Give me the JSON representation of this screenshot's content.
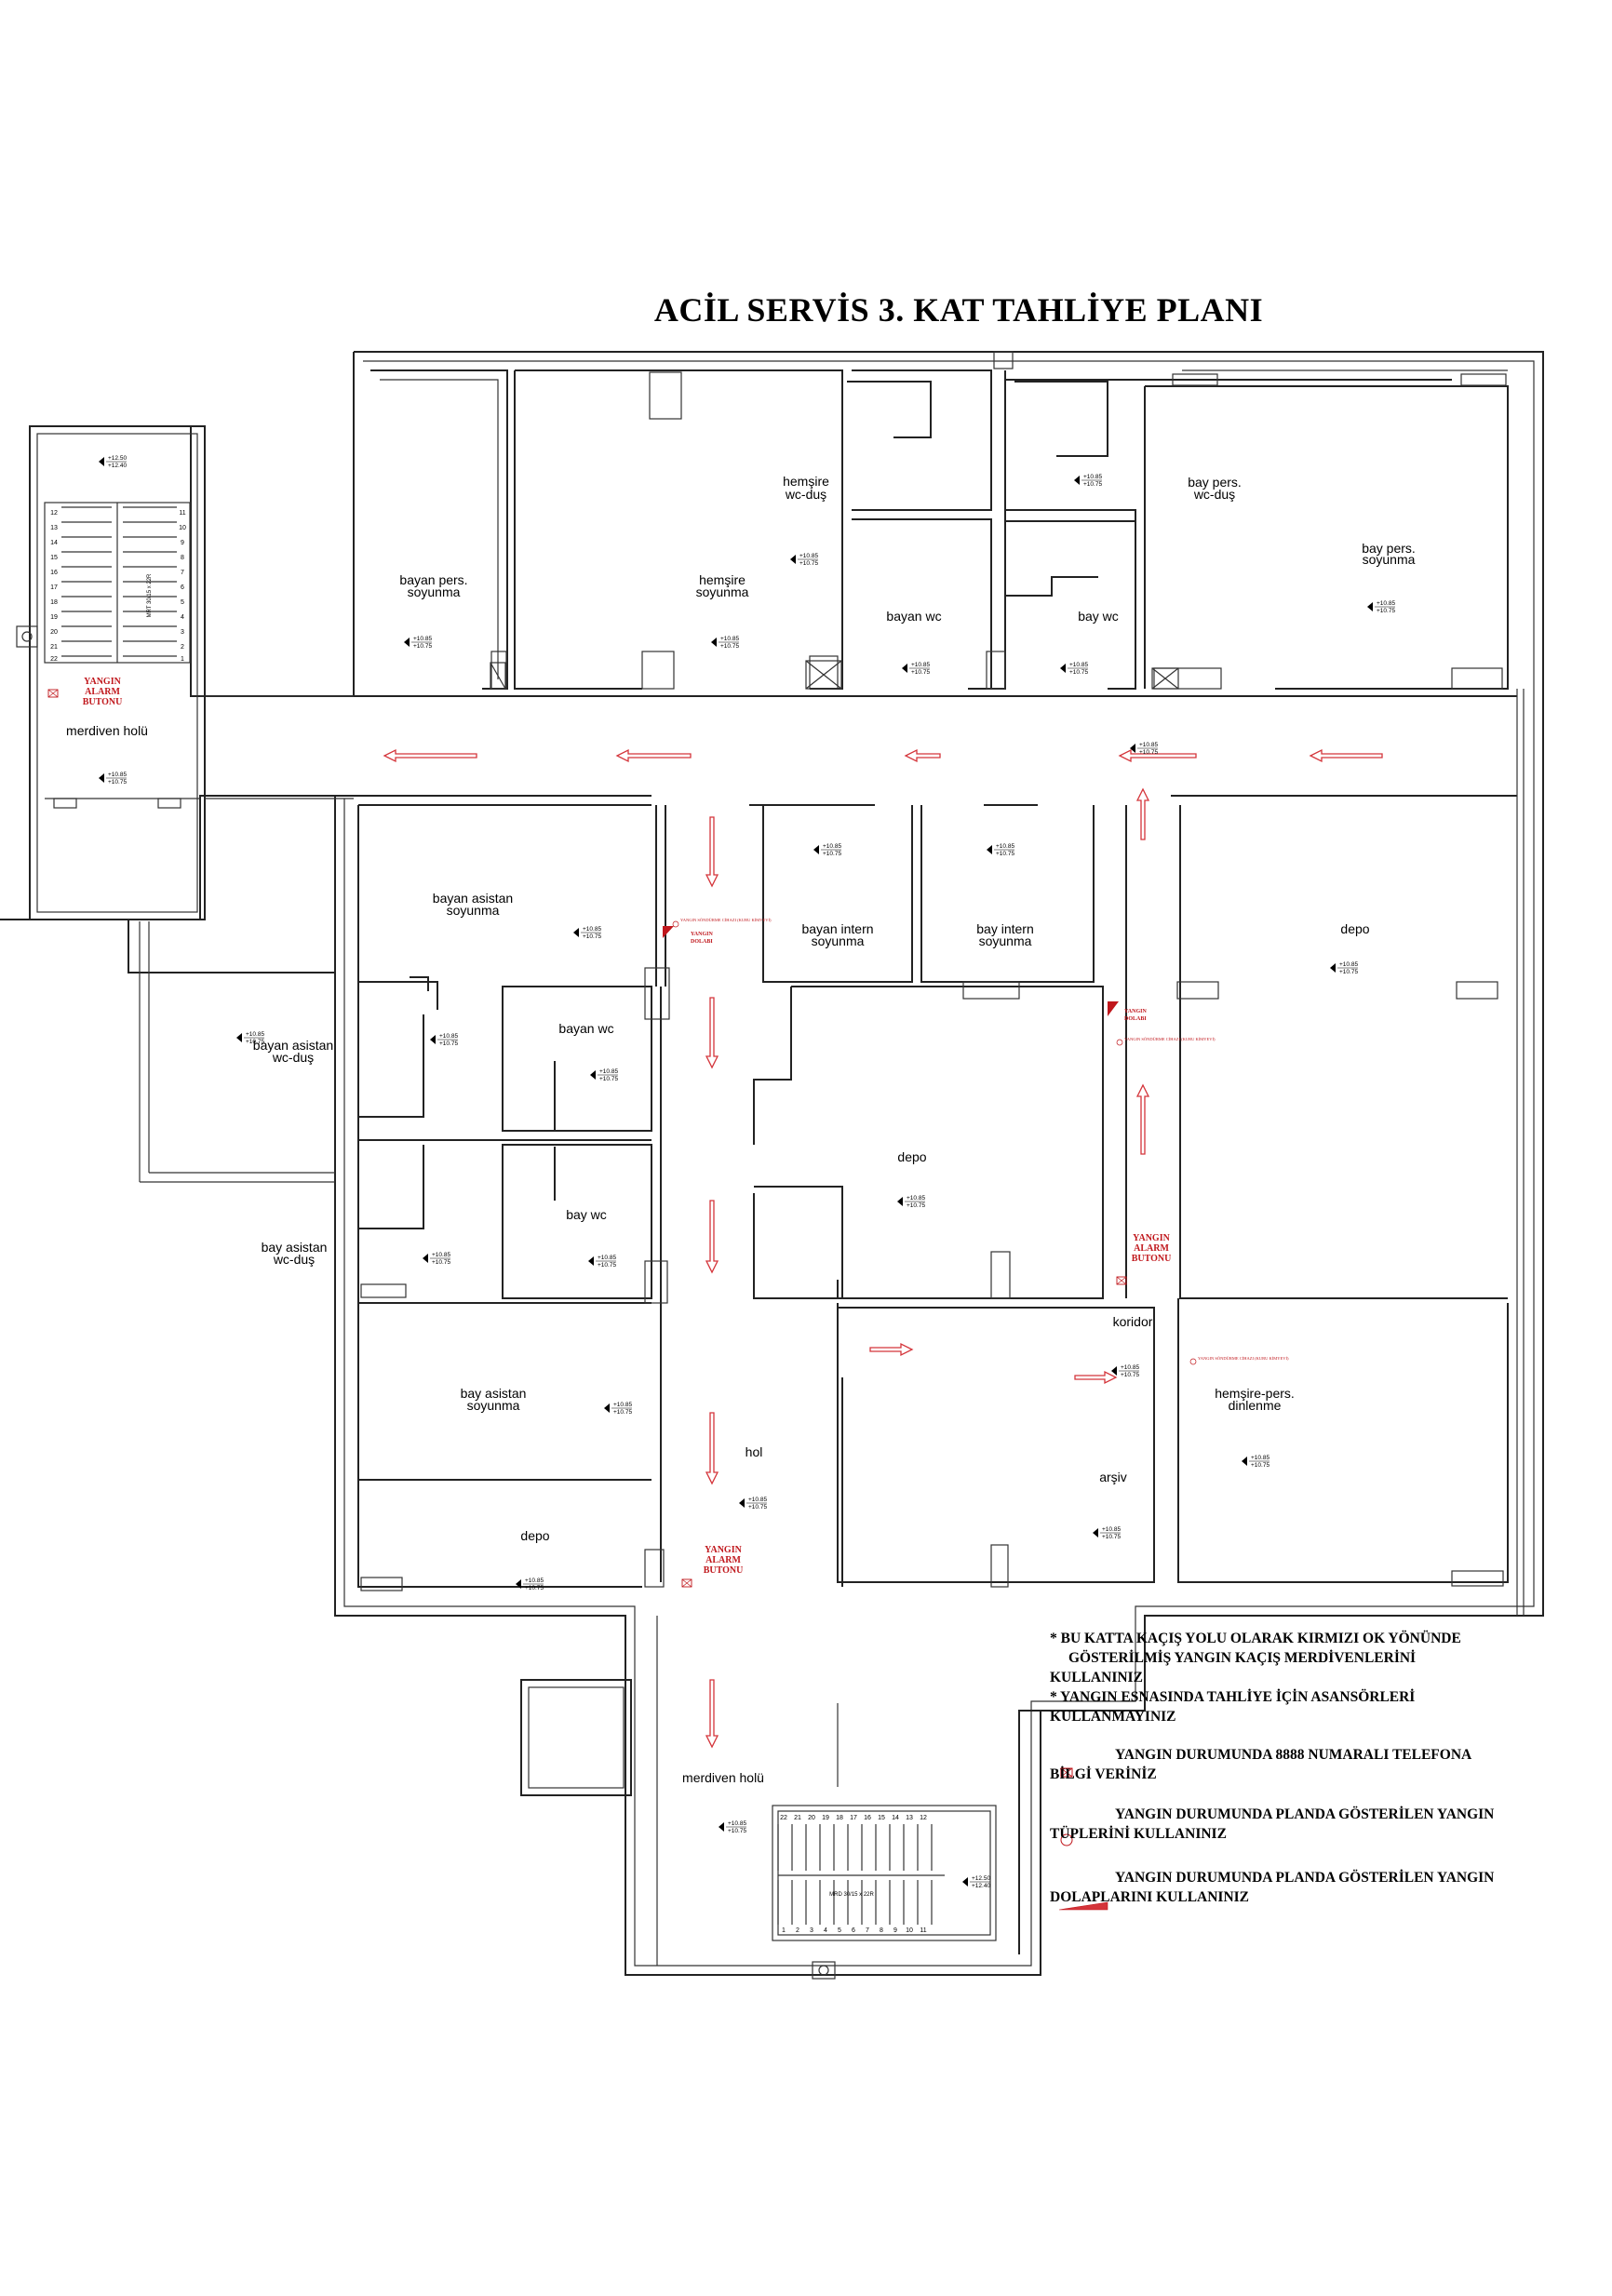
{
  "title": "ACİL SERVİS 3. KAT  TAHLİYE  PLANI",
  "colors": {
    "wall": "#222222",
    "evac_red": "#d4343a",
    "label_red": "#c0171c"
  },
  "rooms": {
    "bayan_pers": [
      "bayan pers.",
      "soyunma"
    ],
    "hemsire_soy": [
      "hemşire",
      "soyunma"
    ],
    "hemsire_wc": [
      "hemşire",
      "wc-duş"
    ],
    "bayan_wc_top": "bayan wc",
    "bay_wc_top": "bay wc",
    "bay_pers_wc": [
      "bay pers.",
      "wc-duş"
    ],
    "bay_pers_soy": [
      "bay pers.",
      "soyunma"
    ],
    "merdiven_holu_left": "merdiven holü",
    "bayan_asistan_soy": [
      "bayan asistan",
      "soyunma"
    ],
    "bayan_asistan_wc": [
      "bayan asistan",
      "wc-duş"
    ],
    "bayan_wc_mid": "bayan wc",
    "bay_wc_mid": "bay wc",
    "bay_asistan_wc": [
      "bay asistan",
      "wc-duş"
    ],
    "bay_asistan_soy": [
      "bay asistan",
      "soyunma"
    ],
    "depo_lower_left": "depo",
    "hol": "hol",
    "bayan_intern": [
      "bayan intern",
      "soyunma"
    ],
    "bay_intern": [
      "bay intern",
      "soyunma"
    ],
    "depo_center": "depo",
    "depo_right": "depo",
    "koridor": "koridor",
    "hemsire_pers": [
      "hemşire-pers.",
      "dinlenme"
    ],
    "arsiv": "arşiv",
    "merdiven_holu_bottom": "merdiven holü"
  },
  "levels": {
    "top": "+10.85",
    "bottom": "+10.75",
    "stair_top": "+12.50",
    "stair_bottom": "+12.40"
  },
  "alarm": [
    "YANGIN",
    "ALARM",
    "BUTONU"
  ],
  "cabinet": [
    "YANGIN",
    "DOLABI"
  ],
  "extinguisher_note": "YANGIN SÖNDÜRME CİHAZI (KURU KİMYEVİ)",
  "stair_left": {
    "left_nums": [
      "12",
      "13",
      "14",
      "15",
      "16",
      "17",
      "18",
      "19",
      "20",
      "21",
      "22"
    ],
    "right_nums": [
      "11",
      "10",
      "9",
      "8",
      "7",
      "6",
      "5",
      "4",
      "3",
      "2",
      "1"
    ],
    "dim": "MRT 30/15 x 22R"
  },
  "stair_bottom": {
    "top_nums": [
      "22",
      "21",
      "20",
      "19",
      "18",
      "17",
      "16",
      "15",
      "14",
      "13",
      "12"
    ],
    "bottom_nums": [
      "1",
      "2",
      "3",
      "4",
      "5",
      "6",
      "7",
      "8",
      "9",
      "10",
      "11"
    ],
    "dim": "MRD 30/15 x 22R"
  },
  "legend": {
    "l1": "* BU KATTA KAÇIŞ YOLU OLARAK KIRMIZI OK YÖNÜNDE",
    "l2": "GÖSTERİLMİŞ YANGIN KAÇIŞ MERDİVENLERİNİ",
    "l3": "KULLANINIZ",
    "l4": "*  YANGIN ESNASINDA TAHLİYE İÇİN ASANSÖRLERİ",
    "l5": "KULLANMAYINIZ",
    "l6": "YANGIN DURUMUNDA 8888 NUMARALI TELEFONA",
    "l7": "BİLGİ VERİNİZ",
    "l8": "YANGIN DURUMUNDA PLANDA GÖSTERİLEN YANGIN",
    "l9": "TÜPLERİNİ KULLANINIZ",
    "l10": "YANGIN DURUMUNDA PLANDA GÖSTERİLEN YANGIN",
    "l11": "DOLAPLARINI KULLANINIZ",
    "icon_alarm": "alarm-button-icon",
    "icon_extinguisher": "extinguisher-circle-icon",
    "icon_cabinet": "fire-cabinet-icon"
  }
}
